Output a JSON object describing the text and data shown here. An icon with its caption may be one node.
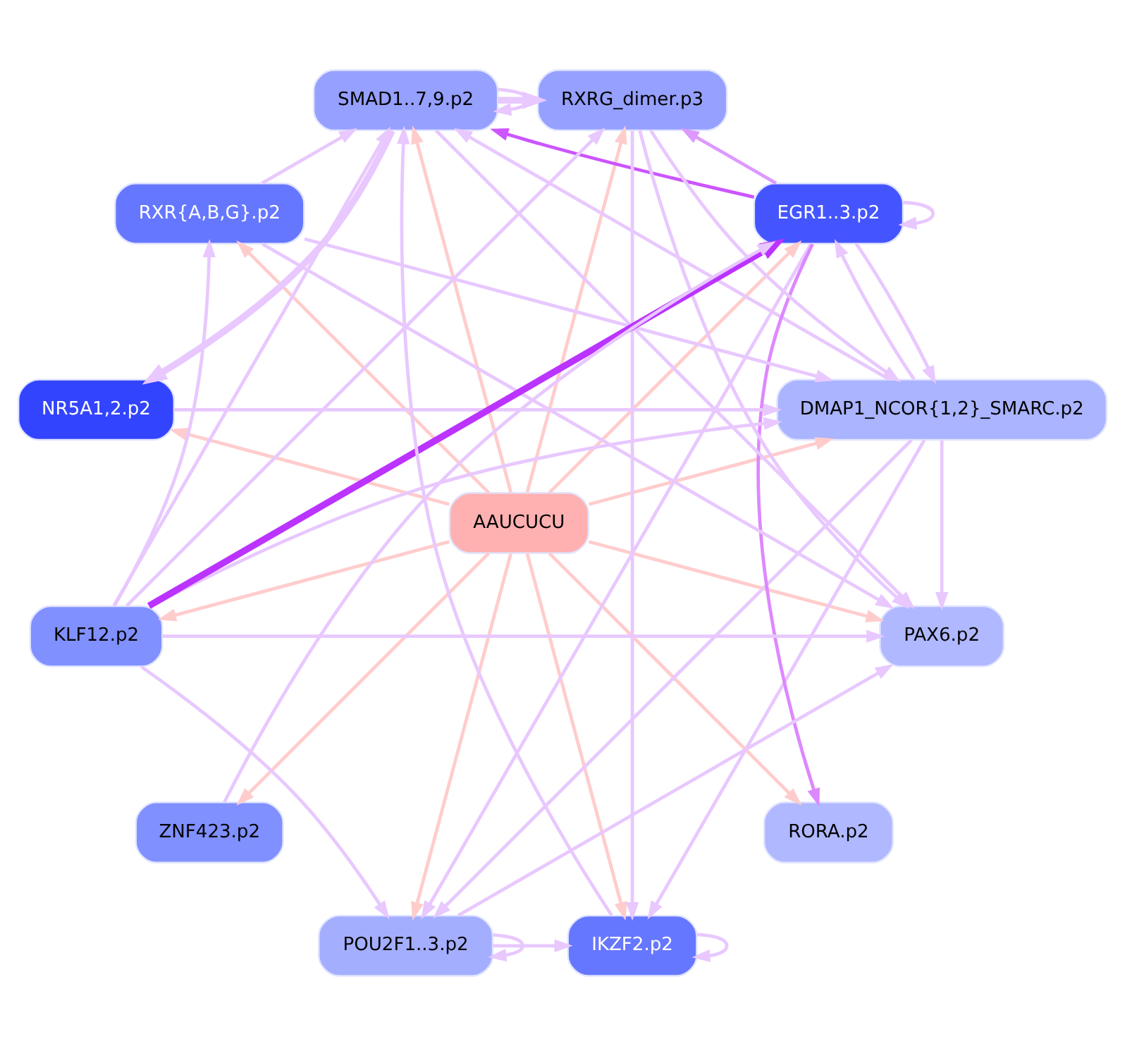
{
  "diagram": {
    "nodes": [
      {
        "text": [
          "AAUCUCU"
        ]
      },
      {
        "text": [
          "DMAP1_NCOR{1,2}_SMARC.p2"
        ]
      },
      {
        "text": [
          "EGR1..3.p2"
        ]
      },
      {
        "text": [
          "RXRG_dimer.p3"
        ]
      },
      {
        "text": [
          "SMAD1..7,9.p2"
        ]
      },
      {
        "text": [
          "RXR{A,B,G}.p2"
        ]
      },
      {
        "text": [
          "NR5A1,2.p2"
        ]
      },
      {
        "text": [
          "KLF12.p2"
        ]
      },
      {
        "text": [
          "ZNF423.p2"
        ]
      },
      {
        "text": [
          "POU2F1..3.p2"
        ]
      },
      {
        "text": [
          "IKZF2.p2"
        ]
      },
      {
        "text": [
          "RORA.p2"
        ]
      },
      {
        "text": [
          "PAX6.p2"
        ]
      }
    ],
    "edges": [
      {
        "from": 0,
        "to": 1,
        "arrow": "to",
        "color": "#ffcccc"
      },
      {
        "from": 0,
        "to": 2,
        "arrow": "to",
        "color": "#ffcccc"
      },
      {
        "from": 0,
        "to": 4,
        "arrow": "to",
        "color": "#ffcccc"
      },
      {
        "from": 0,
        "to": 6,
        "arrow": "to",
        "color": "#ffcccc"
      },
      {
        "from": 0,
        "to": 8,
        "arrow": "to",
        "color": "#ffcccc"
      },
      {
        "from": 0,
        "to": 10,
        "arrow": "to",
        "color": "#ffcccc"
      },
      {
        "from": 0,
        "to": 12,
        "arrow": "to",
        "color": "#ffcccc"
      },
      {
        "from": 0,
        "to": 11,
        "arrow": "to",
        "color": "#ffcccc"
      },
      {
        "from": 0,
        "to": 9,
        "arrow": "to",
        "color": "#ffcccc"
      },
      {
        "from": 0,
        "to": 7,
        "arrow": "to",
        "color": "#ffcccc"
      },
      {
        "from": 0,
        "to": 5,
        "arrow": "to",
        "color": "#ffcccc"
      },
      {
        "from": 0,
        "to": 3,
        "arrow": "to",
        "color": "#ffcccc"
      },
      {
        "from": 1,
        "to": 2,
        "arrow": "to"
      },
      {
        "from": 2,
        "to": 1,
        "arrow": "to"
      },
      {
        "from": 2,
        "to": 2,
        "arrow": "to"
      },
      {
        "from": 2,
        "to": 4,
        "arrow": "to",
        "color": "#cc55ff"
      },
      {
        "from": 2,
        "to": 3,
        "arrow": "to",
        "color": "#dd99ff"
      },
      {
        "from": 4,
        "to": 3,
        "arrow": "to",
        "style": "thick"
      },
      {
        "from": 4,
        "to": 4,
        "arrow": "to"
      },
      {
        "from": 3,
        "to": 1,
        "arrow": "to"
      },
      {
        "from": 7,
        "to": 2,
        "arrow": "to",
        "style": "thick",
        "color": "#bb33ff"
      },
      {
        "from": 2,
        "to": 11,
        "arrow": "to",
        "color": "#dd88ff"
      },
      {
        "from": 7,
        "to": 5,
        "arrow": "to"
      },
      {
        "from": 7,
        "to": 3,
        "arrow": "to"
      },
      {
        "from": 7,
        "to": 1,
        "arrow": "to"
      },
      {
        "from": 5,
        "to": 1,
        "arrow": "to"
      },
      {
        "from": 6,
        "to": 1,
        "arrow": "to"
      },
      {
        "from": 4,
        "to": 6,
        "arrow": "to",
        "style": "thick"
      },
      {
        "from": 8,
        "to": 2,
        "arrow": "to"
      },
      {
        "from": 10,
        "to": 4,
        "arrow": "to"
      },
      {
        "from": 4,
        "to": 12,
        "arrow": "to"
      },
      {
        "from": 3,
        "to": 10,
        "arrow": "to"
      },
      {
        "from": 1,
        "to": 10,
        "arrow": "to"
      },
      {
        "from": 9,
        "to": 10,
        "arrow": "to"
      },
      {
        "from": 9,
        "to": 9,
        "arrow": "to"
      },
      {
        "from": 10,
        "to": 10,
        "arrow": "to"
      },
      {
        "from": 9,
        "to": 12,
        "arrow": "to"
      },
      {
        "from": 7,
        "to": 12,
        "arrow": "to"
      },
      {
        "from": 7,
        "to": 9,
        "arrow": "to"
      },
      {
        "from": 1,
        "to": 9,
        "arrow": "to"
      },
      {
        "from": 2,
        "to": 9,
        "arrow": "to"
      },
      {
        "from": 5,
        "to": 12,
        "arrow": "to"
      },
      {
        "from": 3,
        "to": 12,
        "arrow": "to"
      },
      {
        "from": 7,
        "to": 4,
        "arrow": "to"
      },
      {
        "from": 5,
        "to": 4,
        "arrow": "to"
      },
      {
        "from": 1,
        "to": 4,
        "arrow": "to"
      },
      {
        "from": 1,
        "to": 12,
        "arrow": "to"
      }
    ]
  }
}
